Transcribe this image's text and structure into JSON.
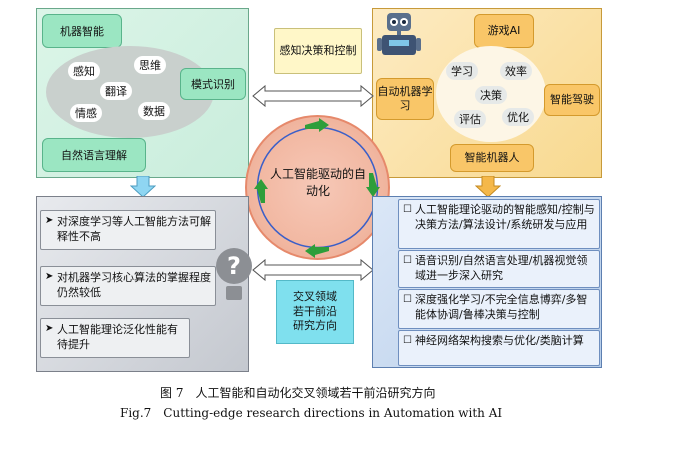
{
  "top_left": {
    "title": "机器智能",
    "words": [
      "感知",
      "思维",
      "翻译",
      "情感",
      "数据"
    ],
    "pattern": "模式识别",
    "nlp": "自然语言理解"
  },
  "top_right": {
    "game": "游戏AI",
    "ml": "自动机器学习",
    "words": [
      "学习",
      "效率",
      "决策",
      "评估",
      "优化"
    ],
    "drive": "智能驾驶",
    "robot": "智能机器人"
  },
  "center": {
    "top_label": "感知决策和控制",
    "circle_text": "人工智能驱动的自动化",
    "bottom_label": "交叉领域若干前沿研究方向"
  },
  "bottom_left": {
    "items": [
      "对深度学习等人工智能方法可解释性不高",
      "对机器学习核心算法的掌握程度仍然较低",
      "人工智能理论泛化性能有待提升"
    ],
    "question_mark": "?"
  },
  "bottom_right": {
    "items": [
      "人工智能理论驱动的智能感知/控制与决策方法/算法设计/系统研发与应用",
      "语音识别/自然语言处理/机器视觉领域进一步深入研究",
      "深度强化学习/不完全信息博弈/多智能体协调/鲁棒决策与控制",
      "神经网络架构搜索与优化/类脑计算"
    ]
  },
  "caption": {
    "zh": "图 7　人工智能和自动化交叉领域若干前沿研究方向",
    "en": "Fig.7　Cutting-edge research directions in Automation with AI"
  },
  "colors": {
    "green_box": "#9be6c2",
    "orange_box": "#f9c668",
    "circle": "#f2b8a2",
    "cyan_box": "#7fe0ee",
    "arrow_green": "#2e9e3a"
  },
  "icons": [
    "robot-icon",
    "question-mark-icon"
  ]
}
